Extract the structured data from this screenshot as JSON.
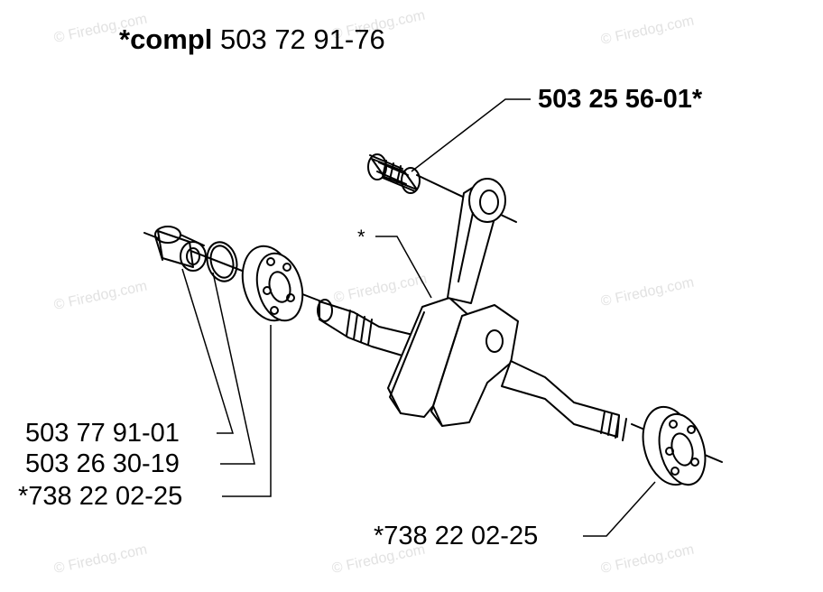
{
  "title": {
    "prefix": "*compl",
    "number": "503 72 91-76"
  },
  "callouts": {
    "bearing_top": "503 25 56-01*",
    "asterisk": "*",
    "sleeve": "503 77 91-01",
    "ring": "503 26 30-19",
    "ball_bearing_left": "*738 22 02-25",
    "ball_bearing_right": "*738 22 02-25"
  },
  "watermark": "© Firedog.com"
}
